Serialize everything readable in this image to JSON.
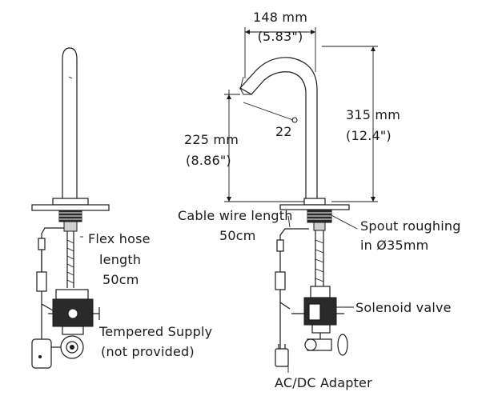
{
  "dimensions": {
    "width_mm": "148 mm",
    "width_in": "(5.83\")",
    "height_mm": "315 mm",
    "height_in": "(12.4\")",
    "spout_mm": "225 mm",
    "spout_in": "(8.86\")",
    "angle": "22"
  },
  "labels": {
    "flex_hose": [
      "Flex hose",
      "length",
      "50cm"
    ],
    "cable_wire": [
      "Cable wire length",
      "50cm"
    ],
    "spout_roughing": [
      "Spout roughing",
      "in Ø35mm"
    ],
    "solenoid_valve": "Solenoid valve",
    "tempered_supply": [
      "Tempered Supply",
      "(not provided)"
    ],
    "adapter": "AC/DC Adapter"
  },
  "colors": {
    "line": "#1a1a1a",
    "background": "#ffffff"
  }
}
